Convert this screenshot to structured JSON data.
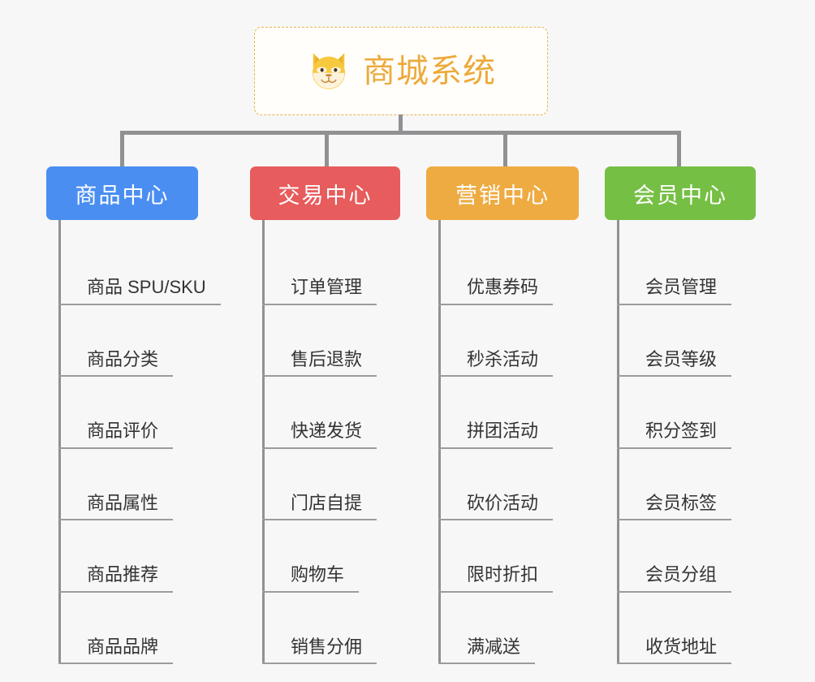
{
  "diagram": {
    "type": "mindmap",
    "title": "商城系统",
    "background_color": "#f7f7f7",
    "connector_color": "#8f9192",
    "root": {
      "label": "商城系统",
      "icon": "shiba-dog-face-icon",
      "text_color": "#ecaa3c",
      "border_color": "#e9b449",
      "background_color": "#fffefb"
    },
    "branches": [
      {
        "label": "商品中心",
        "color": "#4a8ef1",
        "items": [
          "商品 SPU/SKU",
          "商品分类",
          "商品评价",
          "商品属性",
          "商品推荐",
          "商品品牌"
        ]
      },
      {
        "label": "交易中心",
        "color": "#e75c5c",
        "items": [
          "订单管理",
          "售后退款",
          "快递发货",
          "门店自提",
          "购物车",
          "销售分佣"
        ]
      },
      {
        "label": "营销中心",
        "color": "#eeab42",
        "items": [
          "优惠券码",
          "秒杀活动",
          "拼团活动",
          "砍价活动",
          "限时折扣",
          "满减送"
        ]
      },
      {
        "label": "会员中心",
        "color": "#76bf45",
        "items": [
          "会员管理",
          "会员等级",
          "积分签到",
          "会员标签",
          "会员分组",
          "收货地址"
        ]
      }
    ]
  }
}
